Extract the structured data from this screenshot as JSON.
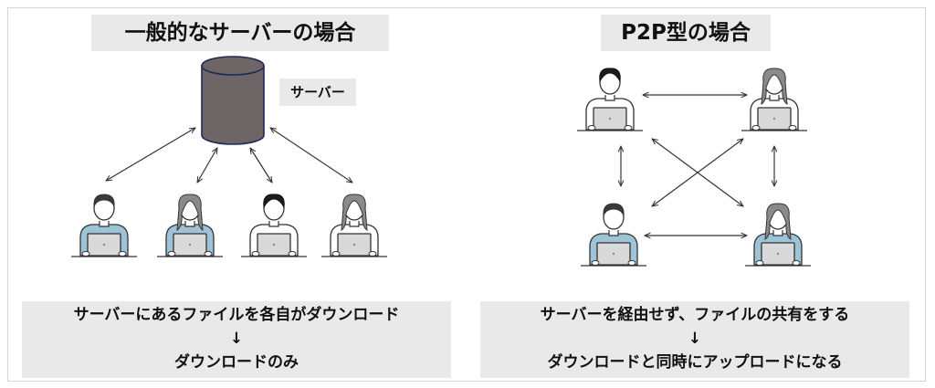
{
  "left": {
    "title": "一般的なサーバーの場合",
    "server_label": "サーバー",
    "caption_line1": "サーバーにあるファイルを各自がダウンロード",
    "caption_arrow": "↓",
    "caption_line2": "ダウンロードのみ"
  },
  "right": {
    "title": "P2P型の場合",
    "caption_line1": "サーバーを経由せず、ファイルの共有をする",
    "caption_arrow": "↓",
    "caption_line2": "ダウンロードと同時にアップロードになる"
  },
  "icons": [
    "server-cylinder-icon",
    "person-laptop-icon",
    "double-arrow-icon"
  ],
  "colors": {
    "server": "#6e6666",
    "server_stroke": "#1e2a5a",
    "shirt_blue": "#9fc3d6",
    "label_bg": "#e9e9e9",
    "line": "#333333"
  }
}
